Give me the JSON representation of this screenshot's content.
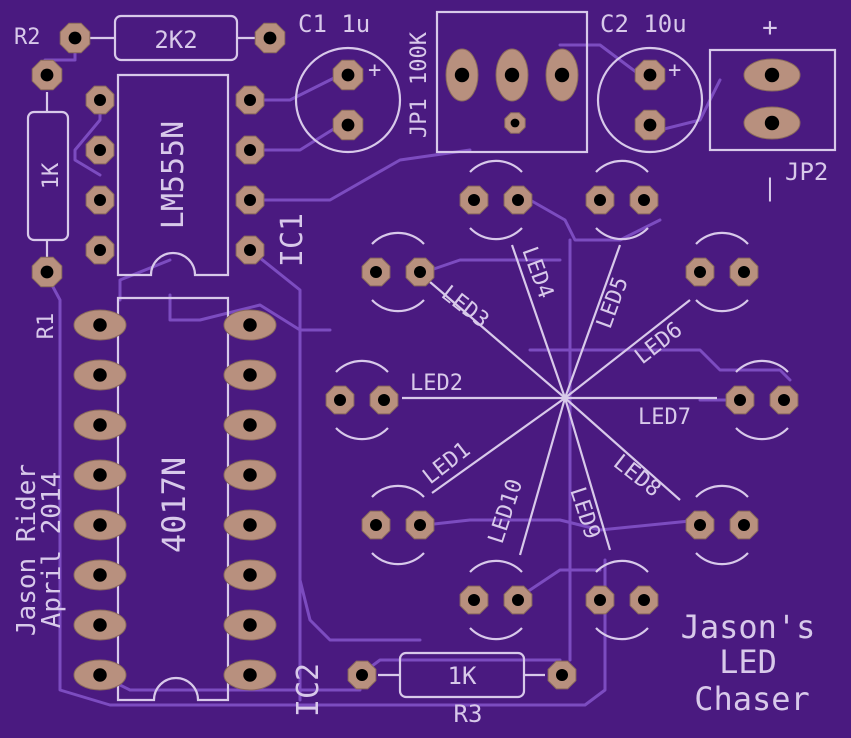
{
  "board": {
    "background": "#4a1a80",
    "silkscreen_color": "#d8c9ea",
    "pad_color": "#b8907e",
    "trace_color": "#7c4cc0"
  },
  "labels": {
    "r2_ref": "R2",
    "r2_value": "2K2",
    "c1": "C1 1u",
    "jp1": "JP1 100K",
    "c2": "C2 10u",
    "jp2": "JP2",
    "plus": "+",
    "minus": "|",
    "r1_value": "1K",
    "r1_ref": "R1",
    "ic1_part": "LM555N",
    "ic1_ref": "IC1",
    "ic2_part": "4017N",
    "ic2_ref": "IC2",
    "r3_value": "1K",
    "r3_ref": "R3",
    "author": "Jason Rider",
    "date": "April 2014",
    "title_line1": "Jason's",
    "title_line2": "LED",
    "title_line3": "Chaser",
    "led1": "LED1",
    "led2": "LED2",
    "led3": "LED3",
    "led4": "LED4",
    "led5": "LED5",
    "led6": "LED6",
    "led7": "LED7",
    "led8": "LED8",
    "led9": "LED9",
    "led10": "LED10"
  }
}
